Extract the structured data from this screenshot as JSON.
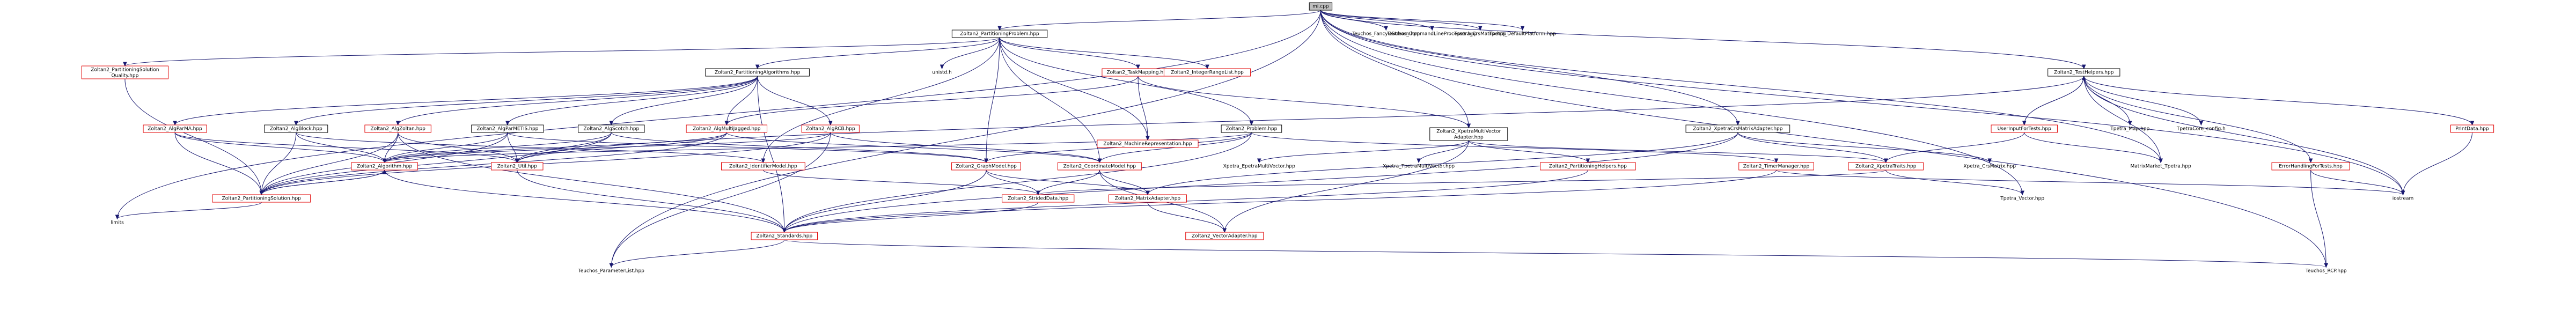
{
  "colors": {
    "edge": "#191970",
    "red_border": "#e00000",
    "black_border": "#000000",
    "root_fill": "#bfbfbf"
  },
  "nodes": [
    {
      "id": "mi",
      "lines": [
        "mi.cpp"
      ],
      "style": "root"
    },
    {
      "id": "partprob",
      "lines": [
        "Zoltan2_PartitioningProblem.hpp"
      ],
      "style": "black"
    },
    {
      "id": "fancy",
      "lines": [
        "Teuchos_FancyOStream.hpp"
      ],
      "style": "plain"
    },
    {
      "id": "cmdline",
      "lines": [
        "Teuchos_CommandLineProcessor.hpp"
      ],
      "style": "plain"
    },
    {
      "id": "crsmatrix",
      "lines": [
        "Tpetra_CrsMatrix.hpp"
      ],
      "style": "plain"
    },
    {
      "id": "defplat",
      "lines": [
        "Tpetra_DefaultPlatform.hpp"
      ],
      "style": "plain"
    },
    {
      "id": "partsolq",
      "lines": [
        "Zoltan2_PartitioningSolution",
        "Quality.hpp"
      ],
      "style": "red"
    },
    {
      "id": "partalgs",
      "lines": [
        "Zoltan2_PartitioningAlgorithms.hpp"
      ],
      "style": "black"
    },
    {
      "id": "unistd",
      "lines": [
        "unistd.h"
      ],
      "style": "plain"
    },
    {
      "id": "taskmap",
      "lines": [
        "Zoltan2_TaskMapping.hpp"
      ],
      "style": "red"
    },
    {
      "id": "intrange",
      "lines": [
        "Zoltan2_IntegerRangeList.hpp"
      ],
      "style": "red"
    },
    {
      "id": "testhelp",
      "lines": [
        "Zoltan2_TestHelpers.hpp"
      ],
      "style": "black"
    },
    {
      "id": "algparma",
      "lines": [
        "Zoltan2_AlgParMA.hpp"
      ],
      "style": "red"
    },
    {
      "id": "algblock",
      "lines": [
        "Zoltan2_AlgBlock.hpp"
      ],
      "style": "black"
    },
    {
      "id": "algzoltan",
      "lines": [
        "Zoltan2_AlgZoltan.hpp"
      ],
      "style": "red"
    },
    {
      "id": "algparmetis",
      "lines": [
        "Zoltan2_AlgParMETIS.hpp"
      ],
      "style": "black"
    },
    {
      "id": "algscotch",
      "lines": [
        "Zoltan2_AlgScotch.hpp"
      ],
      "style": "black"
    },
    {
      "id": "algmultijag",
      "lines": [
        "Zoltan2_AlgMultiJagged.hpp"
      ],
      "style": "red"
    },
    {
      "id": "algrcb",
      "lines": [
        "Zoltan2_AlgRCB.hpp"
      ],
      "style": "red"
    },
    {
      "id": "machrep",
      "lines": [
        "Zoltan2_MachineRepresentation.hpp"
      ],
      "style": "red"
    },
    {
      "id": "xpmvadapt",
      "lines": [
        "Zoltan2_XpetraMultiVector",
        "Adapter.hpp"
      ],
      "style": "black"
    },
    {
      "id": "problem",
      "lines": [
        "Zoltan2_Problem.hpp"
      ],
      "style": "black"
    },
    {
      "id": "xpcrsadapt",
      "lines": [
        "Zoltan2_XpetraCrsMatrixAdapter.hpp"
      ],
      "style": "black"
    },
    {
      "id": "userinput",
      "lines": [
        "UserInputForTests.hpp"
      ],
      "style": "red"
    },
    {
      "id": "tpmap",
      "lines": [
        "Tpetra_Map.hpp"
      ],
      "style": "plain"
    },
    {
      "id": "tpcorecfg",
      "lines": [
        "TpetraCore_config.h"
      ],
      "style": "plain"
    },
    {
      "id": "printdata",
      "lines": [
        "PrintData.hpp"
      ],
      "style": "red"
    },
    {
      "id": "algorithm",
      "lines": [
        "Zoltan2_Algorithm.hpp"
      ],
      "style": "red"
    },
    {
      "id": "util",
      "lines": [
        "Zoltan2_Util.hpp"
      ],
      "style": "red"
    },
    {
      "id": "identmodel",
      "lines": [
        "Zoltan2_IdentifierModel.hpp"
      ],
      "style": "red"
    },
    {
      "id": "graphmodel",
      "lines": [
        "Zoltan2_GraphModel.hpp"
      ],
      "style": "red"
    },
    {
      "id": "coordmodel",
      "lines": [
        "Zoltan2_CoordinateModel.hpp"
      ],
      "style": "red"
    },
    {
      "id": "xpmv",
      "lines": [
        "Xpetra_EpetraMultiVector.hpp"
      ],
      "style": "plain"
    },
    {
      "id": "xptpmv",
      "lines": [
        "Xpetra_TpetraMultiVector.hpp"
      ],
      "style": "plain"
    },
    {
      "id": "parthelp",
      "lines": [
        "Zoltan2_PartitioningHelpers.hpp"
      ],
      "style": "red"
    },
    {
      "id": "timemgr",
      "lines": [
        "Zoltan2_TimerManager.hpp"
      ],
      "style": "red"
    },
    {
      "id": "xptraits",
      "lines": [
        "Zoltan2_XpetraTraits.hpp"
      ],
      "style": "red"
    },
    {
      "id": "xpcrsm",
      "lines": [
        "Xpetra_CrsMatrix.hpp"
      ],
      "style": "plain"
    },
    {
      "id": "mmtpetra",
      "lines": [
        "MatrixMarket_Tpetra.hpp"
      ],
      "style": "plain"
    },
    {
      "id": "errhandle",
      "lines": [
        "ErrorHandlingForTests.hpp"
      ],
      "style": "red"
    },
    {
      "id": "partsol",
      "lines": [
        "Zoltan2_PartitioningSolution.hpp"
      ],
      "style": "red"
    },
    {
      "id": "strided",
      "lines": [
        "Zoltan2_StridedData.hpp"
      ],
      "style": "red"
    },
    {
      "id": "matadapt",
      "lines": [
        "Zoltan2_MatrixAdapter.hpp"
      ],
      "style": "red"
    },
    {
      "id": "tpvector",
      "lines": [
        "Tpetra_Vector.hpp"
      ],
      "style": "plain"
    },
    {
      "id": "iostream",
      "lines": [
        "iostream"
      ],
      "style": "plain"
    },
    {
      "id": "limits",
      "lines": [
        "limits"
      ],
      "style": "plain"
    },
    {
      "id": "standards",
      "lines": [
        "Zoltan2_Standards.hpp"
      ],
      "style": "red"
    },
    {
      "id": "vecadapt",
      "lines": [
        "Zoltan2_VectorAdapter.hpp"
      ],
      "style": "red"
    },
    {
      "id": "paramlist",
      "lines": [
        "Teuchos_ParameterList.hpp"
      ],
      "style": "plain"
    },
    {
      "id": "rcp",
      "lines": [
        "Teuchos_RCP.hpp"
      ],
      "style": "plain"
    }
  ],
  "edges": [
    [
      "mi",
      "partprob"
    ],
    [
      "mi",
      "fancy"
    ],
    [
      "mi",
      "cmdline"
    ],
    [
      "mi",
      "crsmatrix"
    ],
    [
      "mi",
      "defplat"
    ],
    [
      "mi",
      "testhelp"
    ],
    [
      "mi",
      "xpmvadapt"
    ],
    [
      "mi",
      "xpcrsadapt"
    ],
    [
      "mi",
      "iostream"
    ],
    [
      "mi",
      "limits"
    ],
    [
      "mi",
      "paramlist"
    ],
    [
      "mi",
      "rcp"
    ],
    [
      "mi",
      "mmtpetra"
    ],
    [
      "mi",
      "tpvector"
    ],
    [
      "partprob",
      "partsolq"
    ],
    [
      "partprob",
      "partalgs"
    ],
    [
      "partprob",
      "unistd"
    ],
    [
      "partprob",
      "taskmap"
    ],
    [
      "partprob",
      "intrange"
    ],
    [
      "partprob",
      "problem"
    ],
    [
      "partprob",
      "machrep"
    ],
    [
      "partprob",
      "graphmodel"
    ],
    [
      "partprob",
      "identmodel"
    ],
    [
      "partprob",
      "coordmodel"
    ],
    [
      "partsolq",
      "partsol"
    ],
    [
      "partalgs",
      "algparma"
    ],
    [
      "partalgs",
      "algblock"
    ],
    [
      "partalgs",
      "algzoltan"
    ],
    [
      "partalgs",
      "algparmetis"
    ],
    [
      "partalgs",
      "algscotch"
    ],
    [
      "partalgs",
      "algmultijag"
    ],
    [
      "partalgs",
      "algrcb"
    ],
    [
      "partalgs",
      "standards"
    ],
    [
      "taskmap",
      "machrep"
    ],
    [
      "taskmap",
      "algmultijag"
    ],
    [
      "taskmap",
      "xpmvadapt"
    ],
    [
      "testhelp",
      "userinput"
    ],
    [
      "testhelp",
      "tpmap"
    ],
    [
      "testhelp",
      "tpcorecfg"
    ],
    [
      "testhelp",
      "printdata"
    ],
    [
      "testhelp",
      "errhandle"
    ],
    [
      "testhelp",
      "iostream"
    ],
    [
      "testhelp",
      "util"
    ],
    [
      "testhelp",
      "mmtpetra"
    ],
    [
      "algparma",
      "algorithm"
    ],
    [
      "algparma",
      "partsol"
    ],
    [
      "algparma",
      "util"
    ],
    [
      "algblock",
      "algorithm"
    ],
    [
      "algblock",
      "partsol"
    ],
    [
      "algblock",
      "identmodel"
    ],
    [
      "algzoltan",
      "algorithm"
    ],
    [
      "algzoltan",
      "partsol"
    ],
    [
      "algzoltan",
      "util"
    ],
    [
      "algzoltan",
      "standards"
    ],
    [
      "algparmetis",
      "algorithm"
    ],
    [
      "algparmetis",
      "partsol"
    ],
    [
      "algparmetis",
      "util"
    ],
    [
      "algparmetis",
      "graphmodel"
    ],
    [
      "algscotch",
      "algorithm"
    ],
    [
      "algscotch",
      "partsol"
    ],
    [
      "algscotch",
      "util"
    ],
    [
      "algscotch",
      "graphmodel"
    ],
    [
      "algmultijag",
      "algorithm"
    ],
    [
      "algmultijag",
      "partsol"
    ],
    [
      "algmultijag",
      "util"
    ],
    [
      "algmultijag",
      "coordmodel"
    ],
    [
      "algrcb",
      "algorithm"
    ],
    [
      "algrcb",
      "partsol"
    ],
    [
      "algrcb",
      "coordmodel"
    ],
    [
      "algrcb",
      "paramlist"
    ],
    [
      "algorithm",
      "partsol"
    ],
    [
      "algorithm",
      "standards"
    ],
    [
      "partsol",
      "algorithm"
    ],
    [
      "partsol",
      "limits"
    ],
    [
      "util",
      "standards"
    ],
    [
      "identmodel",
      "strided"
    ],
    [
      "graphmodel",
      "strided"
    ],
    [
      "graphmodel",
      "matadapt"
    ],
    [
      "graphmodel",
      "standards"
    ],
    [
      "coordmodel",
      "strided"
    ],
    [
      "coordmodel",
      "matadapt"
    ],
    [
      "coordmodel",
      "vecadapt"
    ],
    [
      "problem",
      "algorithm"
    ],
    [
      "problem",
      "graphmodel"
    ],
    [
      "problem",
      "coordmodel"
    ],
    [
      "problem",
      "timemgr"
    ],
    [
      "problem",
      "standards"
    ],
    [
      "xpmvadapt",
      "xpmv"
    ],
    [
      "xpmvadapt",
      "xptpmv"
    ],
    [
      "xpmvadapt",
      "parthelp"
    ],
    [
      "xpmvadapt",
      "xptraits"
    ],
    [
      "xpmvadapt",
      "vecadapt"
    ],
    [
      "xpcrsadapt",
      "xpcrsm"
    ],
    [
      "xpcrsadapt",
      "xptraits"
    ],
    [
      "xpcrsadapt",
      "matadapt"
    ],
    [
      "xpcrsadapt",
      "standards"
    ],
    [
      "userinput",
      "xptraits"
    ],
    [
      "userinput",
      "mmtpetra"
    ],
    [
      "userinput",
      "testhelp"
    ],
    [
      "printdata",
      "iostream"
    ],
    [
      "errhandle",
      "iostream"
    ],
    [
      "errhandle",
      "rcp"
    ],
    [
      "timemgr",
      "standards"
    ],
    [
      "timemgr",
      "iostream"
    ],
    [
      "xptraits",
      "strided"
    ],
    [
      "xptraits",
      "tpvector"
    ],
    [
      "strided",
      "standards"
    ],
    [
      "matadapt",
      "vecadapt"
    ],
    [
      "standards",
      "paramlist"
    ],
    [
      "standards",
      "rcp"
    ],
    [
      "parthelp",
      "standards"
    ]
  ]
}
